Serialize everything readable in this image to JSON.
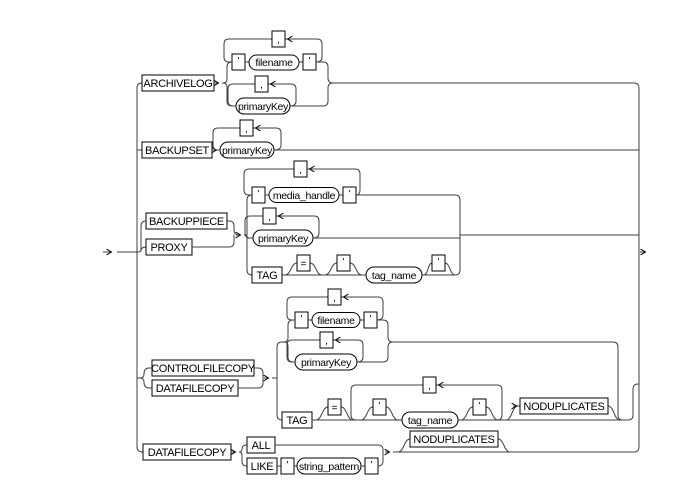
{
  "diagram": {
    "kind": "railroad-syntax-diagram",
    "colors": {
      "background": "#ffffff",
      "line": "#3f3f3f",
      "box_border": "#000000",
      "text": "#000000"
    },
    "syntax_rules": [
      "ARCHIVELOG ( 'filename' [, ...] | primaryKey [, ...] )",
      "BACKUPSET primaryKey [, ...]",
      "( BACKUPPIECE | PROXY ) ( 'media_handle' [, ...] | primaryKey [, ...] | TAG [=] ['] tag_name ['] )",
      "( CONTROLFILECOPY | DATAFILECOPY ) ( 'filename' [, ...] | primaryKey [, ...] | TAG [=] ( ['] tag_name ['] [, ...] ) [NODUPLICATES] )",
      "DATAFILECOPY ( ALL | LIKE 'string_pattern' ) [NODUPLICATES]"
    ]
  },
  "kw": {
    "archivelog": "ARCHIVELOG",
    "backupset": "BACKUPSET",
    "backuppiece": "BACKUPPIECE",
    "proxy": "PROXY",
    "tag": "TAG",
    "controlfilecopy": "CONTROLFILECOPY",
    "datafilecopy": "DATAFILECOPY",
    "all": "ALL",
    "like": "LIKE",
    "noduplicates": "NODUPLICATES"
  },
  "vars": {
    "filename": "filename",
    "primary_key": "primaryKey",
    "media_handle": "media_handle",
    "tag_name": "tag_name",
    "string_pattern": "string_pattern"
  },
  "tok": {
    "quote": "'",
    "comma": ",",
    "eq": "="
  }
}
